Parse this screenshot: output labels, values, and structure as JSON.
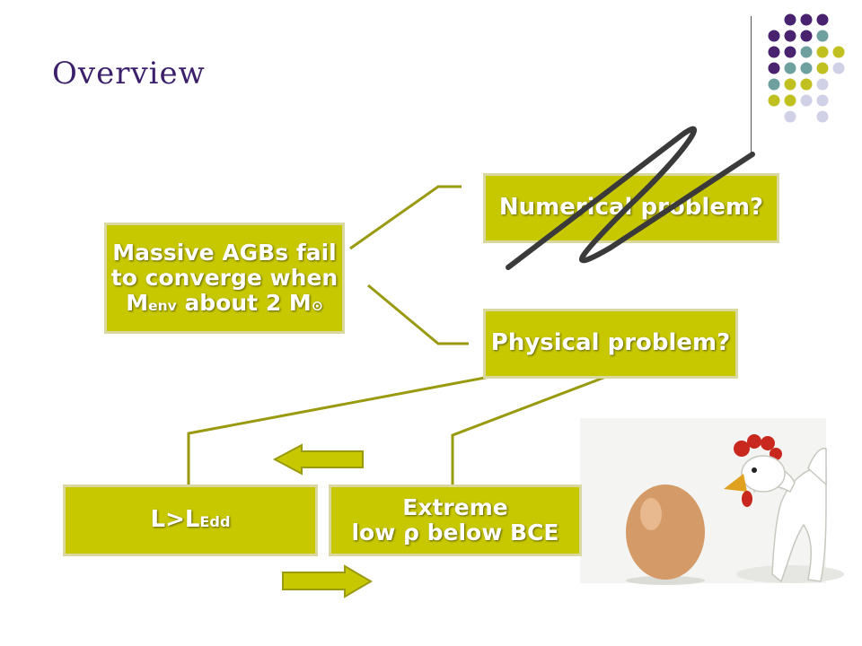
{
  "title": "Overview",
  "boxes": {
    "main": {
      "line1": "Massive AGBs fail",
      "line2": "to converge when",
      "line3_a": "M",
      "line3_sub": "env",
      "line3_b": " about 2 M",
      "line3_sub2": "⊙"
    },
    "numerical": "Numerical problem?",
    "physical": "Physical problem?",
    "ledd": {
      "a": "L>L",
      "sub": "Edd"
    },
    "extreme": {
      "line1": "Extreme",
      "line2": "low ρ below BCE"
    }
  },
  "colors": {
    "box": "#c8c800",
    "connector": "#9a9a10",
    "title": "#3b1f6b",
    "scribble": "#3a3a3a",
    "dot_purple": "#4a2370",
    "dot_teal": "#6fa0a0",
    "dot_yellow": "#c0c020",
    "dot_lavender": "#d0d0e6"
  },
  "image": {
    "description_icon": "chicken-and-egg-icon"
  }
}
